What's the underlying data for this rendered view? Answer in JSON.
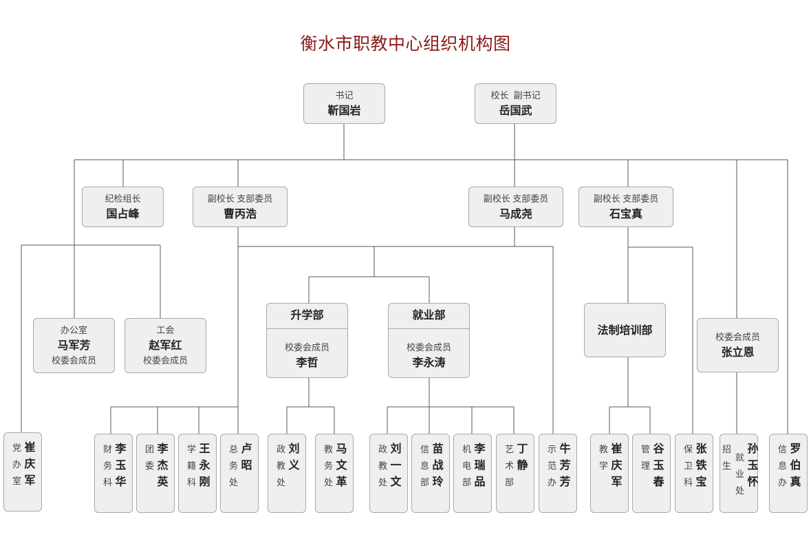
{
  "title": "衡水市职教中心组织机构图",
  "colors": {
    "title": "#8b1a1a",
    "box_fill": "#efefef",
    "box_border": "#a8a8a8",
    "line": "#555555"
  },
  "top": {
    "secretary": {
      "role": "书记",
      "name": "靳国岩"
    },
    "principal": {
      "role": "校长  副书记",
      "name": "岳国武"
    }
  },
  "second": {
    "discipline": {
      "role": "纪检组长",
      "name": "国占峰"
    },
    "vp_cao": {
      "role": "副校长 支部委员",
      "name": "曹丙浩"
    },
    "vp_ma": {
      "role": "副校长 支部委员",
      "name": "马成尧"
    },
    "vp_shi": {
      "role": "副校长 支部委员",
      "name": "石宝真"
    }
  },
  "third": {
    "office": {
      "role": "办公室",
      "name": "马军芳",
      "sub": "校委会成员"
    },
    "union": {
      "role": "工会",
      "name": "赵军红",
      "sub": "校委会成员"
    },
    "shengxue": {
      "dept": "升学部",
      "role": "校委会成员",
      "name": "李哲"
    },
    "jiuye": {
      "dept": "就业部",
      "role": "校委会成员",
      "name": "李永涛"
    },
    "fazhi": {
      "dept": "法制培训部"
    },
    "member_zhang": {
      "role": "校委会成员",
      "name": "张立恩"
    }
  },
  "leaves": [
    {
      "id": "party",
      "label": "党办室",
      "name": "崔庆军"
    },
    {
      "id": "finance",
      "label": "财务科",
      "name": "李玉华"
    },
    {
      "id": "league",
      "label": "团委",
      "name": "李杰英"
    },
    {
      "id": "registry",
      "label": "学籍科",
      "name": "王永刚"
    },
    {
      "id": "general",
      "label": "总务处",
      "name": "卢昭"
    },
    {
      "id": "politics",
      "label": "政教处",
      "name": "刘义"
    },
    {
      "id": "academic",
      "label": "教务处",
      "name": "马文革"
    },
    {
      "id": "politics2",
      "label": "政教处",
      "name": "刘一文"
    },
    {
      "id": "info",
      "label": "信息部",
      "name": "苗战玲"
    },
    {
      "id": "mech",
      "label": "机电部",
      "name": "李瑞品"
    },
    {
      "id": "arts",
      "label": "艺术部",
      "name": "丁静"
    },
    {
      "id": "demo",
      "label": "示范办",
      "name": "牛芳芳"
    },
    {
      "id": "teaching",
      "label": "教学",
      "name": "崔庆军"
    },
    {
      "id": "manage",
      "label": "管理",
      "name": "谷玉春"
    },
    {
      "id": "security",
      "label": "保卫科",
      "name": "张铁宝"
    },
    {
      "id": "enroll",
      "label": "招生就业处",
      "name": "孙玉怀"
    },
    {
      "id": "infooffice",
      "label": "信息办",
      "name": "罗伯真"
    }
  ]
}
